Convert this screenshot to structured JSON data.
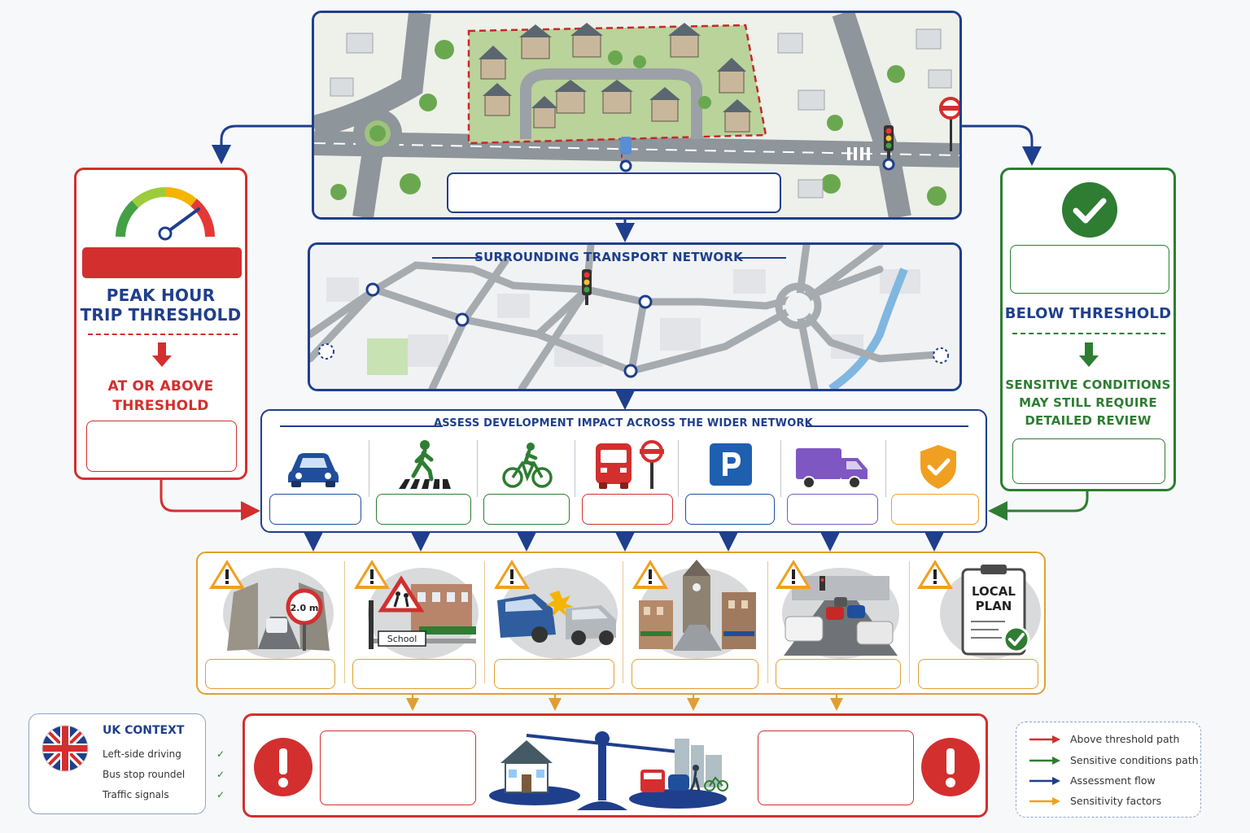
{
  "map_panel": {
    "caption": ""
  },
  "network_panel": {
    "title": "SURROUNDING TRANSPORT NETWORK"
  },
  "left_panel": {
    "bar_label": "",
    "title_line1": "PEAK HOUR",
    "title_line2": "TRIP THRESHOLD",
    "outcome_line1": "AT OR ABOVE",
    "outcome_line2": "THRESHOLD",
    "box_label": ""
  },
  "right_panel": {
    "top_box_label": "",
    "title": "BELOW THRESHOLD",
    "note_line1": "SENSITIVE CONDITIONS",
    "note_line2": "MAY STILL REQUIRE",
    "note_line3": "DETAILED REVIEW",
    "box_label": ""
  },
  "assess_panel": {
    "title": "ASSESS DEVELOPMENT IMPACT ACROSS THE WIDER NETWORK",
    "modes": [
      {
        "icon": "car-icon",
        "label": "",
        "color": "#1f4e9c"
      },
      {
        "icon": "pedestrian-crossing-icon",
        "label": "",
        "color": "#2e7d32"
      },
      {
        "icon": "cyclist-icon",
        "label": "",
        "color": "#2e7d32"
      },
      {
        "icon": "bus-stop-icon",
        "label": "",
        "color": "#d32f2f"
      },
      {
        "icon": "parking-icon",
        "label": "",
        "color": "#1f4e9c"
      },
      {
        "icon": "delivery-truck-icon",
        "label": "",
        "color": "#7e57c2"
      },
      {
        "icon": "safety-shield-icon",
        "label": "",
        "color": "#f0a020"
      }
    ]
  },
  "sensitivity_panel": {
    "items": [
      {
        "icon": "width-restriction-icon",
        "sign_text": "2.0 m",
        "label": ""
      },
      {
        "icon": "school-sign-icon",
        "sign_text": "School",
        "label": ""
      },
      {
        "icon": "collision-icon",
        "label": ""
      },
      {
        "icon": "historic-town-centre-icon",
        "label": ""
      },
      {
        "icon": "congestion-icon",
        "label": ""
      },
      {
        "icon": "local-plan-icon",
        "sign_text_1": "LOCAL",
        "sign_text_2": "PLAN",
        "label": ""
      }
    ]
  },
  "decision_panel": {
    "left_box": "",
    "right_box": ""
  },
  "uk_context": {
    "title": "UK CONTEXT",
    "items": [
      "Left-side driving",
      "Bus stop roundel",
      "Traffic signals"
    ]
  },
  "legend": {
    "items": [
      {
        "label": "Above threshold path",
        "color": "#d32f2f"
      },
      {
        "label": "Sensitive conditions path",
        "color": "#2e7d32"
      },
      {
        "label": "Assessment flow",
        "color": "#1f4e9c"
      },
      {
        "label": "Sensitivity factors",
        "color": "#f0a020"
      }
    ]
  },
  "colors": {
    "red": "#d32f2f",
    "green": "#2e7d32",
    "navy": "#1f3f8c",
    "amber": "#e0a030"
  }
}
